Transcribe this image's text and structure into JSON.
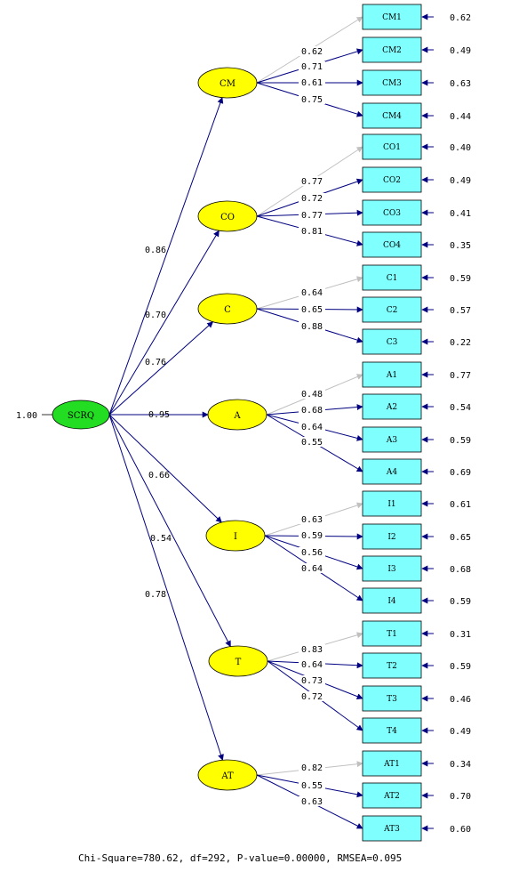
{
  "model": {
    "root": {
      "label": "SCRQ",
      "variance": "1.00"
    },
    "factors": [
      {
        "label": "CM",
        "path": "0.86",
        "indicators": [
          {
            "label": "CM1",
            "loading": "0.62",
            "error": "0.62",
            "fixed": true
          },
          {
            "label": "CM2",
            "loading": "0.71",
            "error": "0.49"
          },
          {
            "label": "CM3",
            "loading": "0.61",
            "error": "0.63"
          },
          {
            "label": "CM4",
            "loading": "0.75",
            "error": "0.44"
          }
        ]
      },
      {
        "label": "CO",
        "path": "0.70",
        "indicators": [
          {
            "label": "CO1",
            "loading": "0.77",
            "error": "0.40",
            "fixed": true
          },
          {
            "label": "CO2",
            "loading": "0.72",
            "error": "0.49"
          },
          {
            "label": "CO3",
            "loading": "0.77",
            "error": "0.41"
          },
          {
            "label": "CO4",
            "loading": "0.81",
            "error": "0.35"
          }
        ]
      },
      {
        "label": "C",
        "path": "0.76",
        "indicators": [
          {
            "label": "C1",
            "loading": "0.64",
            "error": "0.59",
            "fixed": true
          },
          {
            "label": "C2",
            "loading": "0.65",
            "error": "0.57"
          },
          {
            "label": "C3",
            "loading": "0.88",
            "error": "0.22"
          }
        ]
      },
      {
        "label": "A",
        "path": "0.95",
        "indicators": [
          {
            "label": "A1",
            "loading": "0.48",
            "error": "0.77",
            "fixed": true
          },
          {
            "label": "A2",
            "loading": "0.68",
            "error": "0.54"
          },
          {
            "label": "A3",
            "loading": "0.64",
            "error": "0.59"
          },
          {
            "label": "A4",
            "loading": "0.55",
            "error": "0.69"
          }
        ]
      },
      {
        "label": "I",
        "path": "0.66",
        "indicators": [
          {
            "label": "I1",
            "loading": "0.63",
            "error": "0.61",
            "fixed": true
          },
          {
            "label": "I2",
            "loading": "0.59",
            "error": "0.65"
          },
          {
            "label": "I3",
            "loading": "0.56",
            "error": "0.68"
          },
          {
            "label": "I4",
            "loading": "0.64",
            "error": "0.59"
          }
        ]
      },
      {
        "label": "T",
        "path": "0.54",
        "indicators": [
          {
            "label": "T1",
            "loading": "0.83",
            "error": "0.31",
            "fixed": true
          },
          {
            "label": "T2",
            "loading": "0.64",
            "error": "0.59"
          },
          {
            "label": "T3",
            "loading": "0.73",
            "error": "0.46"
          },
          {
            "label": "T4",
            "loading": "0.72",
            "error": "0.49"
          }
        ]
      },
      {
        "label": "AT",
        "path": "0.78",
        "indicators": [
          {
            "label": "AT1",
            "loading": "0.82",
            "error": "0.34",
            "fixed": true
          },
          {
            "label": "AT2",
            "loading": "0.55",
            "error": "0.70"
          },
          {
            "label": "AT3",
            "loading": "0.63",
            "error": "0.60"
          }
        ]
      }
    ]
  },
  "fit_summary": "Chi-Square=780.62, df=292, P-value=0.00000, RMSEA=0.095",
  "colors": {
    "root_fill": "#22dd22",
    "factor_fill": "#ffff00",
    "indicator_fill": "#80ffff",
    "path_line": "#000080",
    "fixed_line": "#c0c0c0"
  }
}
